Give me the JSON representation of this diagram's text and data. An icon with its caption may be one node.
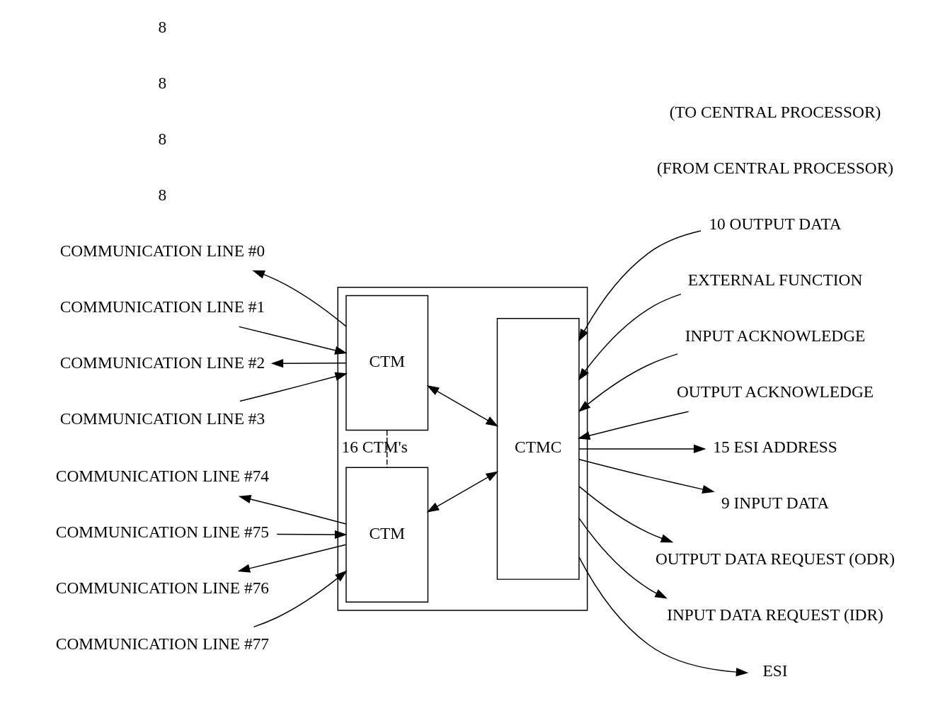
{
  "diagram": {
    "nodes": [
      {
        "text": [],
        "shape": "box"
      },
      {
        "text": [
          "CTM"
        ],
        "in": 0
      },
      {
        "text": [
          "CTM"
        ],
        "in": 0
      },
      {
        "text": [
          "CTMC"
        ],
        "in": 0
      },
      {
        "text": [
          "COMMUNICATION LINE #0"
        ]
      },
      {
        "text": [
          "COMMUNICATION LINE #1"
        ]
      },
      {
        "text": [
          "COMMUNICATION LINE #2"
        ]
      },
      {
        "text": [
          "COMMUNICATION LINE #3"
        ]
      },
      {
        "text": [
          "COMMUNICATION LINE #74"
        ]
      },
      {
        "text": [
          "COMMUNICATION LINE #75"
        ]
      },
      {
        "text": [
          "COMMUNICATION LINE #76"
        ]
      },
      {
        "text": [
          "COMMUNICATION LINE #77"
        ]
      },
      {
        "text": [
          "10 OUTPUT DATA"
        ]
      },
      {
        "text": [
          "EXTERNAL FUNCTION"
        ]
      },
      {
        "text": [
          "INPUT ACKNOWLEDGE"
        ]
      },
      {
        "text": [
          "OUTPUT ACKNOWLEDGE"
        ]
      },
      {
        "text": [
          "15 ESI ADDRESS"
        ]
      },
      {
        "text": [
          "9 INPUT DATA"
        ]
      },
      {
        "text": [
          "OUTPUT DATA REQUEST (ODR)"
        ]
      },
      {
        "text": [
          "INPUT DATA REQUEST (IDR)"
        ]
      },
      {
        "text": [
          "ESI"
        ]
      }
    ],
    "edges": [
      {
        "from": 1,
        "to": 4,
        "arrow": "to"
      },
      {
        "from": 5,
        "to": 1,
        "arrow": "to"
      },
      {
        "from": 1,
        "to": 6,
        "arrow": "to"
      },
      {
        "from": 7,
        "to": 1,
        "arrow": "to"
      },
      {
        "from": 2,
        "to": 8,
        "arrow": "to"
      },
      {
        "from": 9,
        "to": 2,
        "arrow": "to"
      },
      {
        "from": 2,
        "to": 10,
        "arrow": "to"
      },
      {
        "from": 11,
        "to": 2,
        "arrow": "to"
      },
      {
        "from": 1,
        "to": 2,
        "arrow": "none",
        "style": "dashed",
        "label": "16 CTM's"
      },
      {
        "from": 1,
        "to": 3,
        "arrow": "both"
      },
      {
        "from": 2,
        "to": 3,
        "arrow": "both"
      },
      {
        "from": 12,
        "to": 3,
        "arrow": "to"
      },
      {
        "from": 13,
        "to": 3,
        "arrow": "to"
      },
      {
        "from": 14,
        "to": 3,
        "arrow": "to"
      },
      {
        "from": 15,
        "to": 3,
        "arrow": "to"
      },
      {
        "from": 3,
        "to": 16,
        "arrow": "to"
      },
      {
        "from": 3,
        "to": 17,
        "arrow": "to"
      },
      {
        "from": 3,
        "to": 18,
        "arrow": "to"
      },
      {
        "from": 3,
        "to": 19,
        "arrow": "to"
      },
      {
        "from": 3,
        "to": 20,
        "arrow": "to"
      }
    ],
    "labels": [
      "(FROM CENTRAL PROCESSOR)",
      "(TO CENTRAL PROCESSOR)",
      "8",
      "8",
      "8",
      "8"
    ]
  }
}
